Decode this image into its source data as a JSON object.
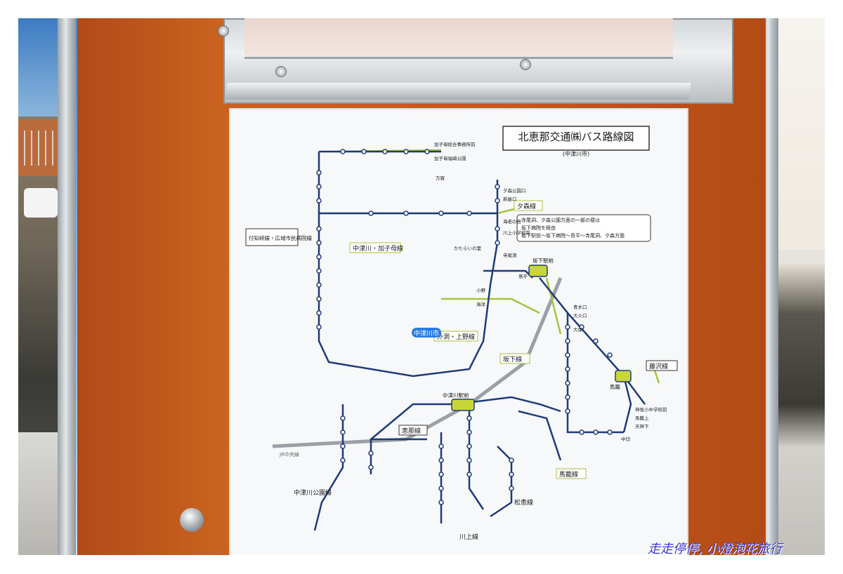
{
  "title_box": {
    "title": "北恵那交通㈱バス路線図",
    "subtitle": "(中津川市)"
  },
  "routes": {
    "kashimo": "中津川・加子母線",
    "yuumori": "夕森線",
    "hora_ueno": "外洞・上野線",
    "sakashita": "坂下線",
    "fujisawa": "藤沢線",
    "ena": "恵那線",
    "magome": "馬籠線",
    "matsue": "松恵線",
    "kawaue": "川上線",
    "nakatsugawa_koen": "中津川公園線",
    "tsuchi": "付知峡線・広域市民病院線"
  },
  "notice": {
    "line1": "寺尾洞、夕森公園方面の一部の便は",
    "line2": "坂下病院を経由",
    "line3": "坂下駅前～坂下病院～島平～寺尾洞、夕森方面"
  },
  "city_label": "中津川市",
  "jr_label": "JR中央線",
  "stations": {
    "nakatsugawa": "中津川駅前",
    "sakashita": "坂下駅前",
    "magome": "馬籠"
  },
  "stops": {
    "kashimo_end": "加子母総合事務所前",
    "kashimo_park": "加子母福崎公園",
    "manga": "万賀",
    "yuumori_park": "夕森公園口",
    "niisato": "新屋口",
    "kaki": "海老の島",
    "kawaue_school": "川上小学校前",
    "karatai": "かたらいの里",
    "tera": "寺尾洞",
    "shimohira": "島平",
    "koya": "小野",
    "kaiyo": "海洋",
    "aoki": "青木口",
    "uchi": "大火口",
    "daiho": "大保",
    "nakasen": "中切",
    "ena_jinja": "神坂小中学校前",
    "magome_ue": "馬籠上",
    "tenjin": "天神下"
  },
  "colors": {
    "board": "#c4591a",
    "panel": "#f7f8f9",
    "route": "#1f3a78",
    "jr": "#9aa0a6",
    "area_line": "#a7c33c",
    "station": "#c9d63a",
    "city_bubble": "#2a7de0"
  },
  "watermark": "走走停停, 小燈泡花旅行"
}
